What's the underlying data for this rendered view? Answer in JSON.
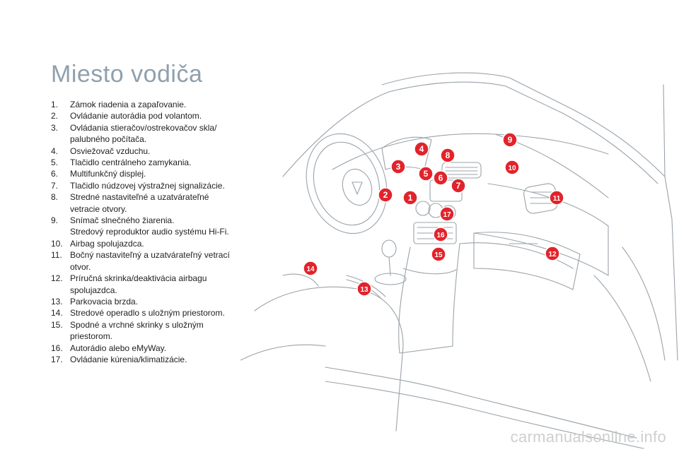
{
  "title": "Miesto vodiča",
  "items": [
    {
      "num": "1.",
      "lines": [
        "Zámok riadenia a zapaľovanie."
      ]
    },
    {
      "num": "2.",
      "lines": [
        "Ovládanie autorádia pod volantom."
      ]
    },
    {
      "num": "3.",
      "lines": [
        "Ovládania stieračov/ostrekovačov skla/",
        "palubného počítača."
      ]
    },
    {
      "num": "4.",
      "lines": [
        "Osviežovač vzduchu."
      ]
    },
    {
      "num": "5.",
      "lines": [
        "Tlačidlo centrálneho zamykania."
      ]
    },
    {
      "num": "6.",
      "lines": [
        "Multifunkčný displej."
      ]
    },
    {
      "num": "7.",
      "lines": [
        "Tlačidlo núdzovej výstražnej signalizácie."
      ]
    },
    {
      "num": "8.",
      "lines": [
        "Stredné nastaviteľné a uzatvárateľné",
        "vetracie otvory."
      ]
    },
    {
      "num": "9.",
      "lines": [
        "Snímač slnečného žiarenia.",
        "Stredový reproduktor audio systému Hi-Fi."
      ]
    },
    {
      "num": "10.",
      "lines": [
        "Airbag spolujazdca."
      ]
    },
    {
      "num": "11.",
      "lines": [
        "Bočný nastaviteľný a uzatvárateľný vetrací",
        "otvor."
      ]
    },
    {
      "num": "12.",
      "lines": [
        "Príručná skrinka/deaktivácia airbagu",
        "spolujazdca."
      ]
    },
    {
      "num": "13.",
      "lines": [
        "Parkovacia brzda."
      ]
    },
    {
      "num": "14.",
      "lines": [
        "Stredové operadlo s uložným priestorom."
      ]
    },
    {
      "num": "15.",
      "lines": [
        "Spodné a vrchné skrinky s uložným",
        "priestorom."
      ]
    },
    {
      "num": "16.",
      "lines": [
        "Autorádio alebo eMyWay."
      ]
    },
    {
      "num": "17.",
      "lines": [
        "Ovládanie kúrenia/klimatizácie."
      ]
    }
  ],
  "markers": [
    "1",
    "2",
    "3",
    "4",
    "5",
    "6",
    "7",
    "8",
    "9",
    "10",
    "11",
    "12",
    "13",
    "14",
    "15",
    "16",
    "17"
  ],
  "marker_color": "#e2232b",
  "watermark": "carmanualsonline.info"
}
